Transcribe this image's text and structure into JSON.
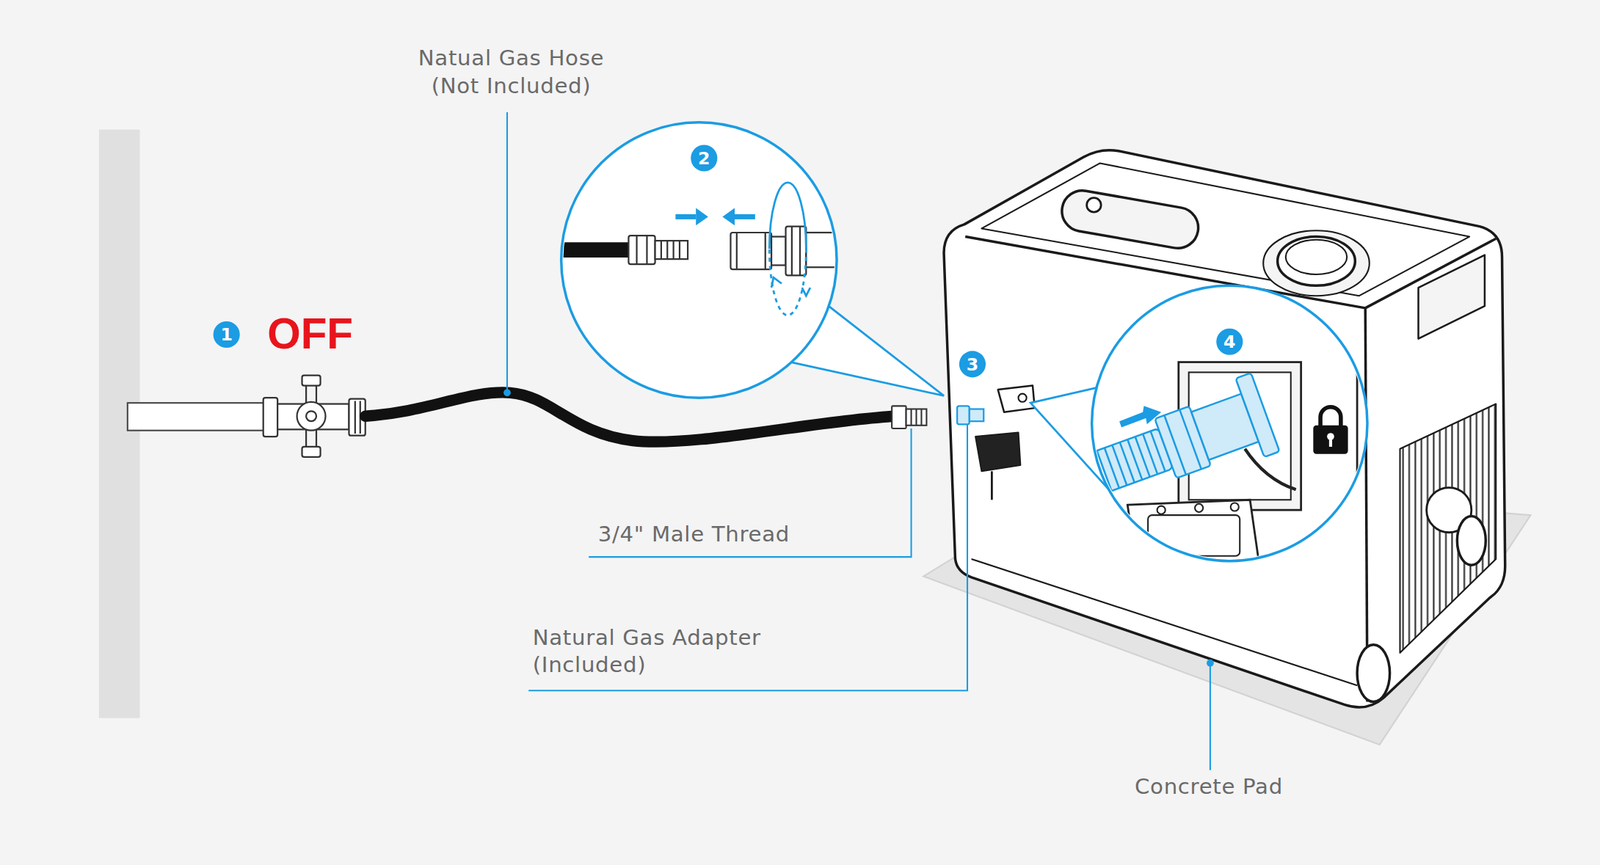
{
  "diagram": {
    "labels": [
      "Natual Gas Hose (Not Included)",
      "1",
      "OFF",
      "2",
      "3",
      "4",
      "3/4\" Male Thread",
      "Natural Gas Adapter (Included)",
      "Concrete Pad"
    ]
  }
}
